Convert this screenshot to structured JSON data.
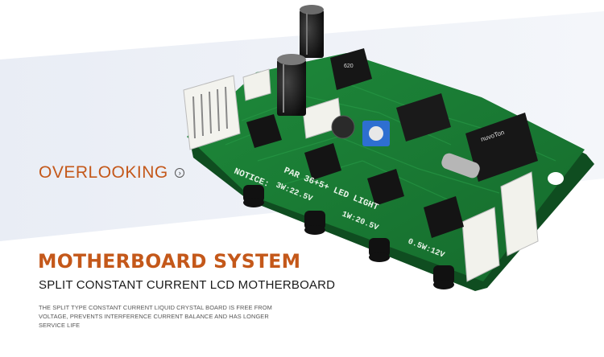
{
  "link": {
    "label": "OVERLOOKING"
  },
  "headline": "MOTHERBOARD SYSTEM",
  "subtitle": "SPLIT CONSTANT CURRENT LCD MOTHERBOARD",
  "description": "THE SPLIT TYPE CONSTANT CURRENT LIQUID CRYSTAL BOARD IS FREE FROM VOLTAGE, PREVENTS INTERFERENCE CURRENT BALANCE AND HAS LONGER SERVICE LIFE",
  "board": {
    "notice_text": "NOTICE:",
    "part_text": "PAR 36+5+ LED LIGHT",
    "spec_1": "3W:22.5V",
    "spec_2": "1W:20.5V",
    "spec_3": "0.5W:12V",
    "brand_text": "nuvoTon",
    "reg_text": "620"
  },
  "colors": {
    "accent": "#c4581a",
    "pcb": "#1a7a34",
    "band": "#eef1f7"
  }
}
